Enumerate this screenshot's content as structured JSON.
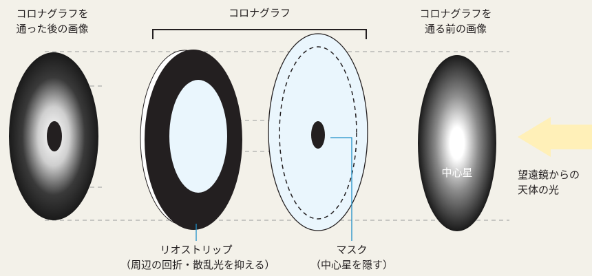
{
  "labels": {
    "after_image_line1": "コロナグラフを",
    "after_image_line2": "通った後の画像",
    "coronagraph": "コロナグラフ",
    "before_image_line1": "コロナグラフを",
    "before_image_line2": "通る前の画像",
    "central_star": "中心星",
    "telescope_light_line1": "望遠鏡からの",
    "telescope_light_line2": "天体の光",
    "lyot_stop_line1": "リオストリップ",
    "lyot_stop_line2": "（周辺の回折・散乱光を抑える）",
    "mask_line1": "マスク",
    "mask_line2": "（中心星を隠す）"
  },
  "colors": {
    "background": "#f3f1e9",
    "black": "#231f20",
    "pale_blue": "#eaf6fd",
    "leader_line": "#1f8fc8",
    "arrow": "#fff0b8",
    "dashed_guide": "#9a9a9a"
  }
}
